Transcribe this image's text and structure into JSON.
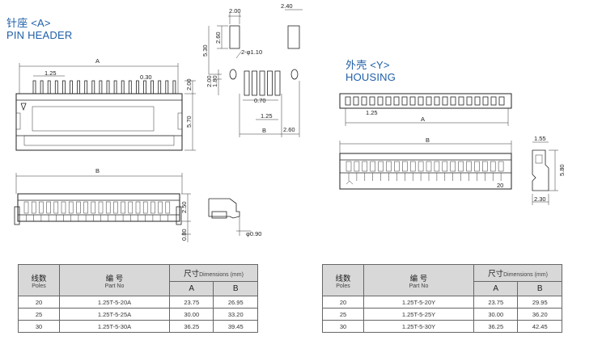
{
  "pin_header": {
    "title_cn": "针座 <A>",
    "title_en": "PIN HEADER"
  },
  "housing": {
    "title_cn": "外壳 <Y>",
    "title_en": "HOUSING"
  },
  "dims": {
    "a": "A",
    "b": "B",
    "p125": "1.25",
    "p030": "0.30",
    "p200a": "2.00",
    "p570": "5.70",
    "p250": "2.50",
    "p080": "0.80",
    "phi090": "φ0.90",
    "p200b": "2.00",
    "p240": "2.40",
    "p260a": "2.60",
    "p530": "5.30",
    "phi110": "2-φ1.10",
    "p200c": "2.00",
    "p180": "1.80",
    "p070": "0.70",
    "p125b": "1.25",
    "p260b": "2.60",
    "p125c": "1.25",
    "p155": "1.55",
    "p580": "5.80",
    "p230": "2.30",
    "pin20": "20"
  },
  "table_left": {
    "h_poles_cn": "线数",
    "h_poles_en": "Poles",
    "h_part_cn": "编 号",
    "h_part_en": "Part No",
    "h_dim_cn": "尺寸",
    "h_dim_en": "Dimensions (mm)",
    "h_a": "A",
    "h_b": "B",
    "rows": [
      {
        "poles": "20",
        "part": "1.25T-5-20A",
        "a": "23.75",
        "b": "26.95"
      },
      {
        "poles": "25",
        "part": "1.25T-5-25A",
        "a": "30.00",
        "b": "33.20"
      },
      {
        "poles": "30",
        "part": "1.25T-5-30A",
        "a": "36.25",
        "b": "39.45"
      }
    ]
  },
  "table_right": {
    "h_poles_cn": "线数",
    "h_poles_en": "Poles",
    "h_part_cn": "编 号",
    "h_part_en": "Part No",
    "h_dim_cn": "尺寸",
    "h_dim_en": "Dimensions (mm)",
    "h_a": "A",
    "h_b": "B",
    "rows": [
      {
        "poles": "20",
        "part": "1.25T-5-20Y",
        "a": "23.75",
        "b": "29.95"
      },
      {
        "poles": "25",
        "part": "1.25T-5-25Y",
        "a": "30.00",
        "b": "36.20"
      },
      {
        "poles": "30",
        "part": "1.25T-5-30Y",
        "a": "36.25",
        "b": "42.45"
      }
    ]
  }
}
